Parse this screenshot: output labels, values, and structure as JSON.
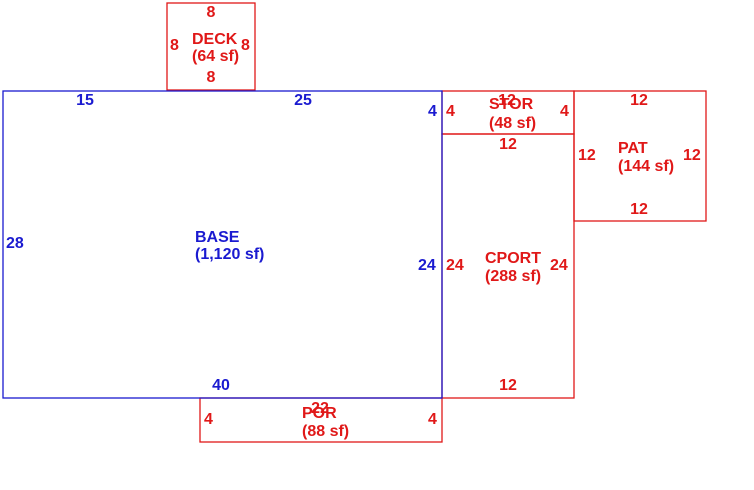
{
  "colors": {
    "base": "#1a1ad0",
    "addition": "#e01818"
  },
  "areas": {
    "base": {
      "name": "BASE",
      "area": "(1,120 sf)",
      "dims": {
        "top_left": "15",
        "top_right": "25",
        "left": "28",
        "right_a": "4",
        "right_b": "24",
        "bottom": "40"
      }
    },
    "deck": {
      "name": "DECK",
      "area": "(64 sf)",
      "dims": {
        "top": "8",
        "left": "8",
        "right": "8",
        "bottom": "8"
      }
    },
    "stor": {
      "name": "STOR",
      "area": "(48 sf)",
      "overlap_top": "12",
      "dims": {
        "left": "4",
        "right": "4",
        "bottom": "12"
      }
    },
    "pat": {
      "name": "PAT",
      "area": "(144 sf)",
      "dims": {
        "top": "12",
        "left": "12",
        "right": "12",
        "bottom": "12"
      }
    },
    "cport": {
      "name": "CPORT",
      "area": "(288 sf)",
      "dims": {
        "left": "24",
        "right": "24",
        "bottom": "12"
      }
    },
    "por": {
      "name": "POR",
      "area": "(88 sf)",
      "overlap_top": "22",
      "dims": {
        "left": "4",
        "right": "4"
      }
    }
  }
}
